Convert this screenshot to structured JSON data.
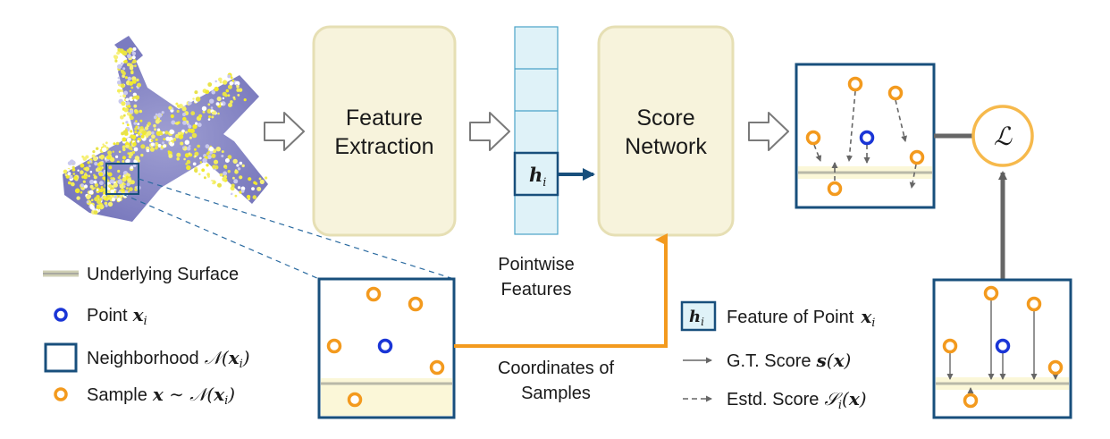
{
  "diagram": {
    "feature_extraction": {
      "line1": "Feature",
      "line2": "Extraction"
    },
    "score_network": {
      "line1": "Score",
      "line2": "Network"
    },
    "pointwise_features": {
      "line1": "Pointwise",
      "line2": "Features"
    },
    "coordinates_samples": {
      "line1": "Coordinates of",
      "line2": "Samples"
    },
    "feature_cell": {
      "symbol": "h",
      "sub": "i"
    },
    "loss": {
      "symbol": "ℒ"
    }
  },
  "legend_left": {
    "surface": "Underlying Surface",
    "point": {
      "text": "Point",
      "math": "x",
      "sub": "i"
    },
    "neighborhood": {
      "text": "Neighborhood",
      "math": "𝒩(",
      "mathb": "x",
      "sub": "i",
      "close": ")"
    },
    "sample": {
      "text": "Sample",
      "mathb": "x",
      "rel": " ∼ 𝒩(",
      "mathb2": "x",
      "sub": "i",
      "close": ")"
    }
  },
  "legend_right": {
    "feature": {
      "icon_symbol": "h",
      "icon_sub": "i",
      "text": "Feature of Point",
      "mathb": "x",
      "sub": "i"
    },
    "gt_score": {
      "text": "G.T. Score",
      "mathb": "s",
      "open": "(",
      "mathb2": "x",
      "close": ")"
    },
    "estd_score": {
      "text": "Estd. Score",
      "math": "𝒮",
      "sub": "i",
      "open": "(",
      "mathb2": "x",
      "close": ")"
    }
  },
  "colors": {
    "box_border": "#e6dfb4",
    "box_fill": "#f7f3dc",
    "feature_cell": "#dff2f8",
    "navy": "#184f7c",
    "orange": "#f39a1e",
    "blue_point": "#1a35d6",
    "surface_band": "#fbf7d8",
    "surface_line": "#b9b9a8",
    "arrow_gray": "#6b6b6b"
  }
}
